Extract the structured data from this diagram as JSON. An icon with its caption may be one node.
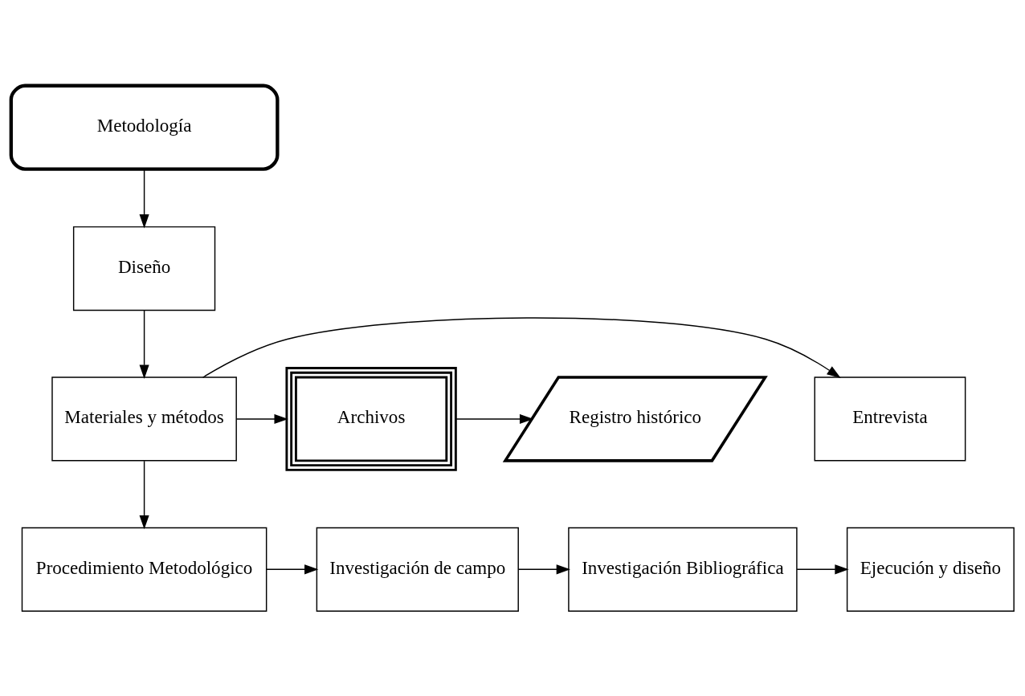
{
  "diagram": {
    "nodes": [
      {
        "text": [
          "Metodología"
        ]
      },
      {
        "text": [
          "Diseño"
        ]
      },
      {
        "text": [
          "Entrevista"
        ]
      },
      {
        "text": [
          "Materiales y métodos"
        ]
      },
      {
        "text": [
          "Archivos"
        ]
      },
      {
        "text": [
          "Registro histórico"
        ]
      },
      {
        "text": [
          "Procedimiento Metodológico"
        ]
      },
      {
        "text": [
          "Investigación de campo"
        ]
      },
      {
        "text": [
          "Investigación Bibliográfica"
        ]
      },
      {
        "text": [
          "Ejecución y diseño"
        ]
      }
    ],
    "edges": [
      {
        "from": 0,
        "to": 1,
        "arrow": "to"
      },
      {
        "from": 1,
        "to": 3,
        "arrow": "to"
      },
      {
        "from": 3,
        "to": 2,
        "arrow": "to"
      },
      {
        "from": 3,
        "to": 4,
        "arrow": "to"
      },
      {
        "from": 4,
        "to": 5,
        "arrow": "to"
      },
      {
        "from": 3,
        "to": 6,
        "arrow": "to"
      },
      {
        "from": 6,
        "to": 7,
        "arrow": "to"
      },
      {
        "from": 7,
        "to": 8,
        "arrow": "to"
      },
      {
        "from": 8,
        "to": 9,
        "arrow": "to"
      }
    ]
  }
}
